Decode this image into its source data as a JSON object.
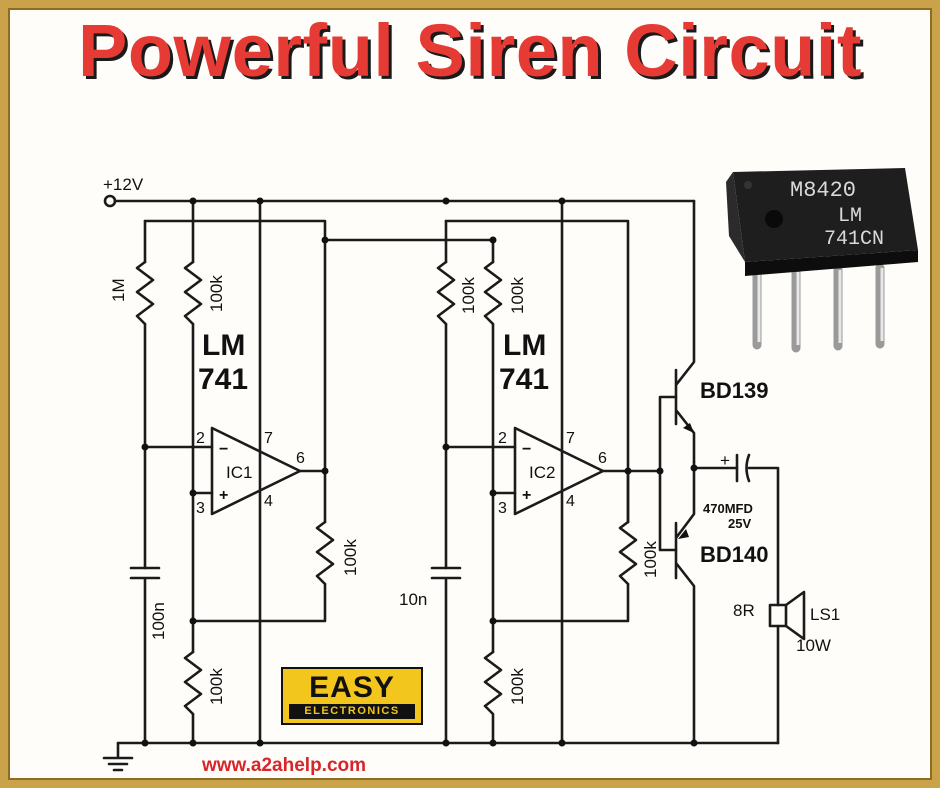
{
  "title": "Powerful Siren Circuit",
  "supply": "+12V",
  "ic1": {
    "line1": "LM",
    "line2": "741",
    "name": "IC1"
  },
  "ic2": {
    "line1": "LM",
    "line2": "741",
    "name": "IC2"
  },
  "pins": {
    "p2": "2",
    "p3": "3",
    "p4": "4",
    "p6": "6",
    "p7": "7",
    "minus": "−",
    "plus": "+"
  },
  "resistors": {
    "r1m": "1M",
    "r100k": "100k"
  },
  "capacitors": {
    "c1": "100n",
    "c2": "10n",
    "cout": "470MFD",
    "cout_v": "25V",
    "plus": "+"
  },
  "transistors": {
    "q1": "BD139",
    "q2": "BD140"
  },
  "speaker": {
    "imp": "8R",
    "name": "LS1",
    "power": "10W"
  },
  "chip": {
    "line1": "M8420",
    "line2": "LM",
    "line3": "741CN"
  },
  "logo": {
    "top": "EASY",
    "bottom": "ELECTRONICS"
  },
  "website": "www.a2ahelp.com",
  "colors": {
    "title": "#e63b35",
    "frame": "#c9a24a",
    "logo": "#f2c61c",
    "url": "#d6262b"
  }
}
